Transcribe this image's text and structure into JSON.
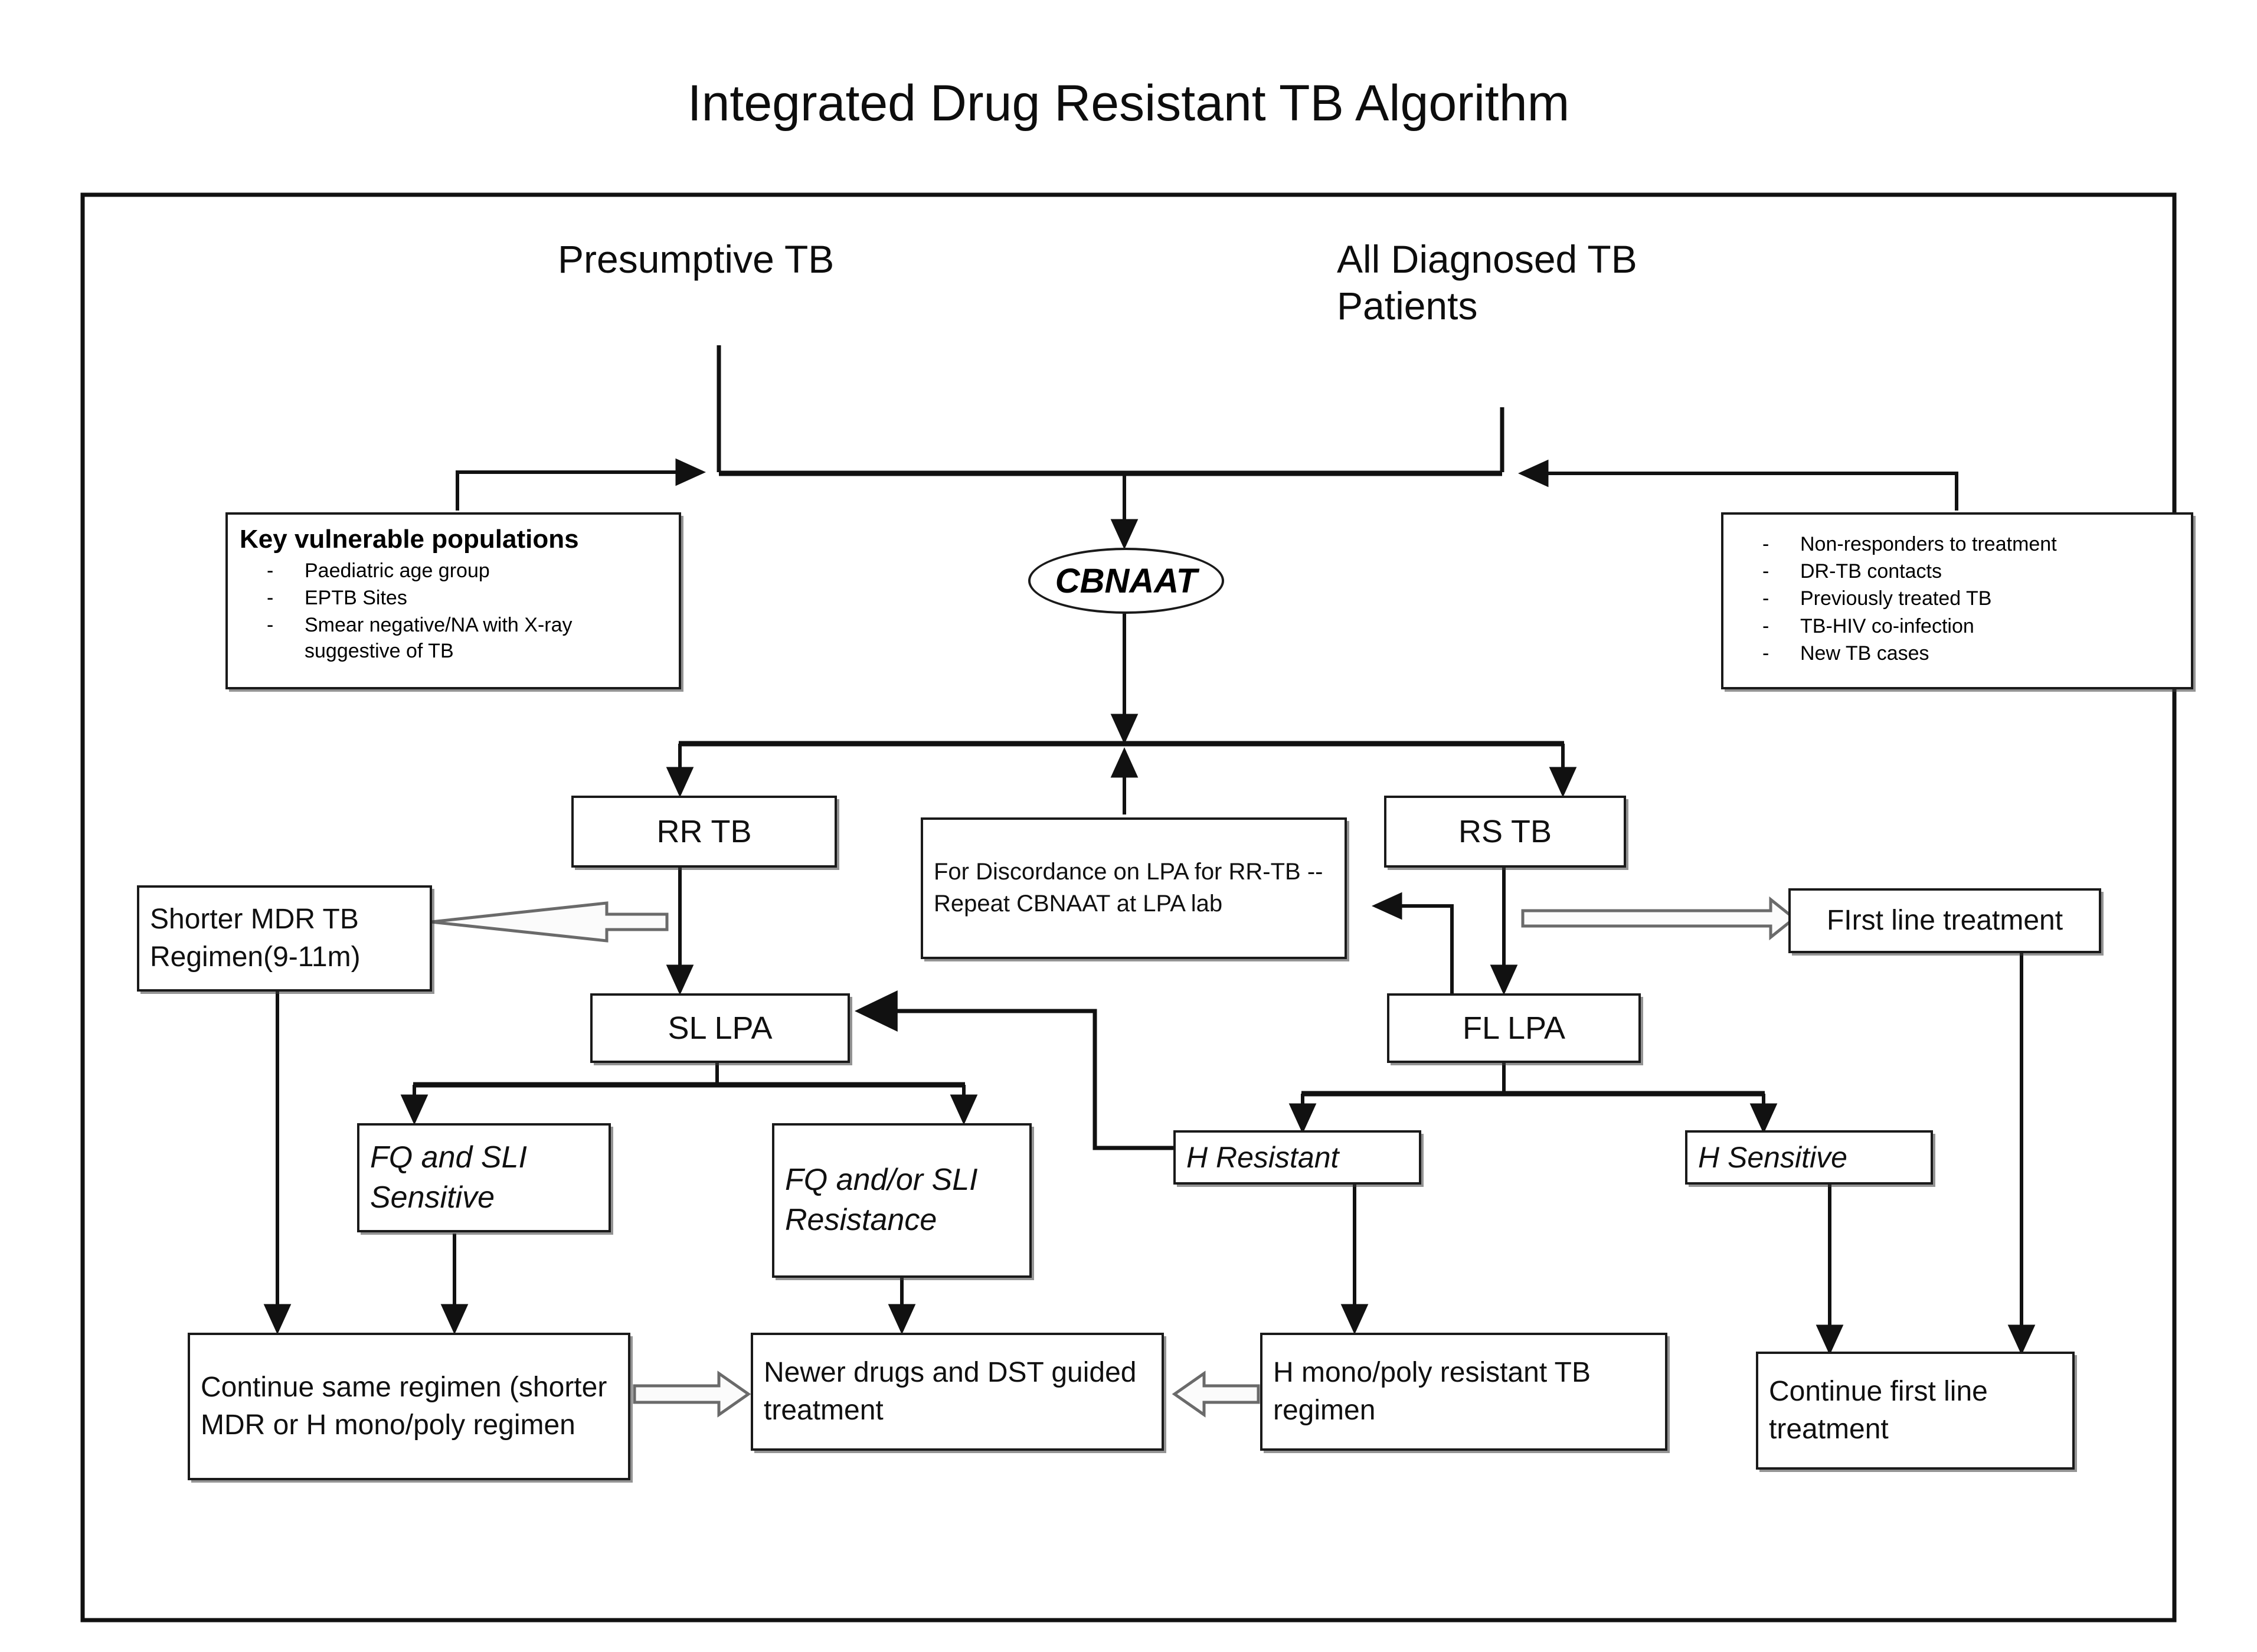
{
  "page": {
    "title": "Integrated Drug Resistant TB Algorithm"
  },
  "entry": {
    "presumptive_tb": "Presumptive TB",
    "all_diagnosed_tb": "All Diagnosed TB\nPatients"
  },
  "key_populations": {
    "heading": "Key vulnerable populations",
    "items": [
      "Paediatric age group",
      "EPTB Sites",
      "Smear negative/NA with X-ray suggestive of TB"
    ]
  },
  "diagnosed_criteria": {
    "items": [
      "Non-responders to treatment",
      "DR-TB contacts",
      "Previously treated TB",
      "TB-HIV co-infection",
      "New TB cases"
    ]
  },
  "test": {
    "cbnaat": "CBNAAT"
  },
  "results": {
    "rr_tb": "RR TB",
    "rs_tb": "RS TB",
    "discordance": "For Discordance on LPA for RR-TB -- Repeat CBNAAT at LPA lab"
  },
  "treatments": {
    "shorter_mdr": "Shorter MDR TB Regimen(9-11m)",
    "first_line": "FIrst line treatment",
    "sl_lpa": "SL LPA",
    "fl_lpa": "FL LPA"
  },
  "sl_outcomes": {
    "fq_sli_sensitive": "FQ and SLI Sensitive",
    "fq_sli_resistance": "FQ and/or SLI Resistance"
  },
  "fl_outcomes": {
    "h_resistant": "H Resistant",
    "h_sensitive": "H Sensitive"
  },
  "final": {
    "continue_same_regimen": "Continue same regimen (shorter MDR or H mono/poly regimen",
    "newer_drugs": "Newer drugs and DST guided treatment",
    "h_mono_poly": "H mono/poly resistant TB regimen",
    "continue_first_line": "Continue first line treatment"
  },
  "colors": {
    "line": "#1a1a1a",
    "text": "#101010",
    "background": "#ffffff",
    "hollow_arrow_fill": "#f2f2f2"
  }
}
